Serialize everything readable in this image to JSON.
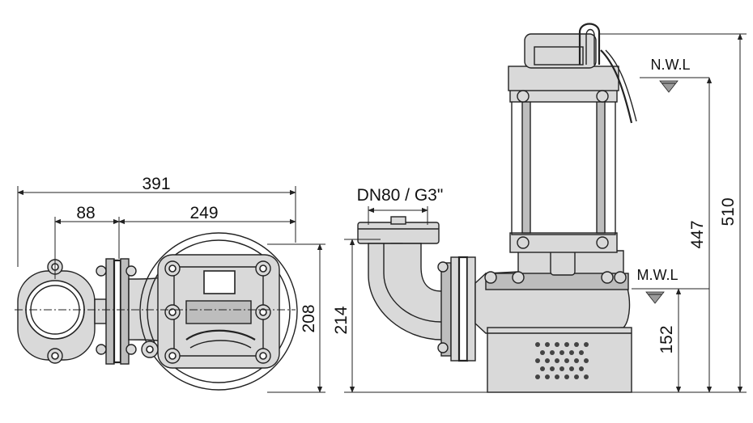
{
  "dimensions": {
    "overall_width": "391",
    "outlet_offset": "88",
    "body_offset": "249",
    "plan_depth": "208",
    "outlet_height": "214",
    "outlet_size": "DN80 / G3\"",
    "nwl_height": "447",
    "total_height": "510",
    "mwl_height": "152"
  },
  "levels": {
    "normal": "N.W.L",
    "minimum": "M.W.L"
  },
  "colors": {
    "line": "#222222",
    "fill_light": "#d9d9d9",
    "fill_dark": "#bdbdbd"
  }
}
